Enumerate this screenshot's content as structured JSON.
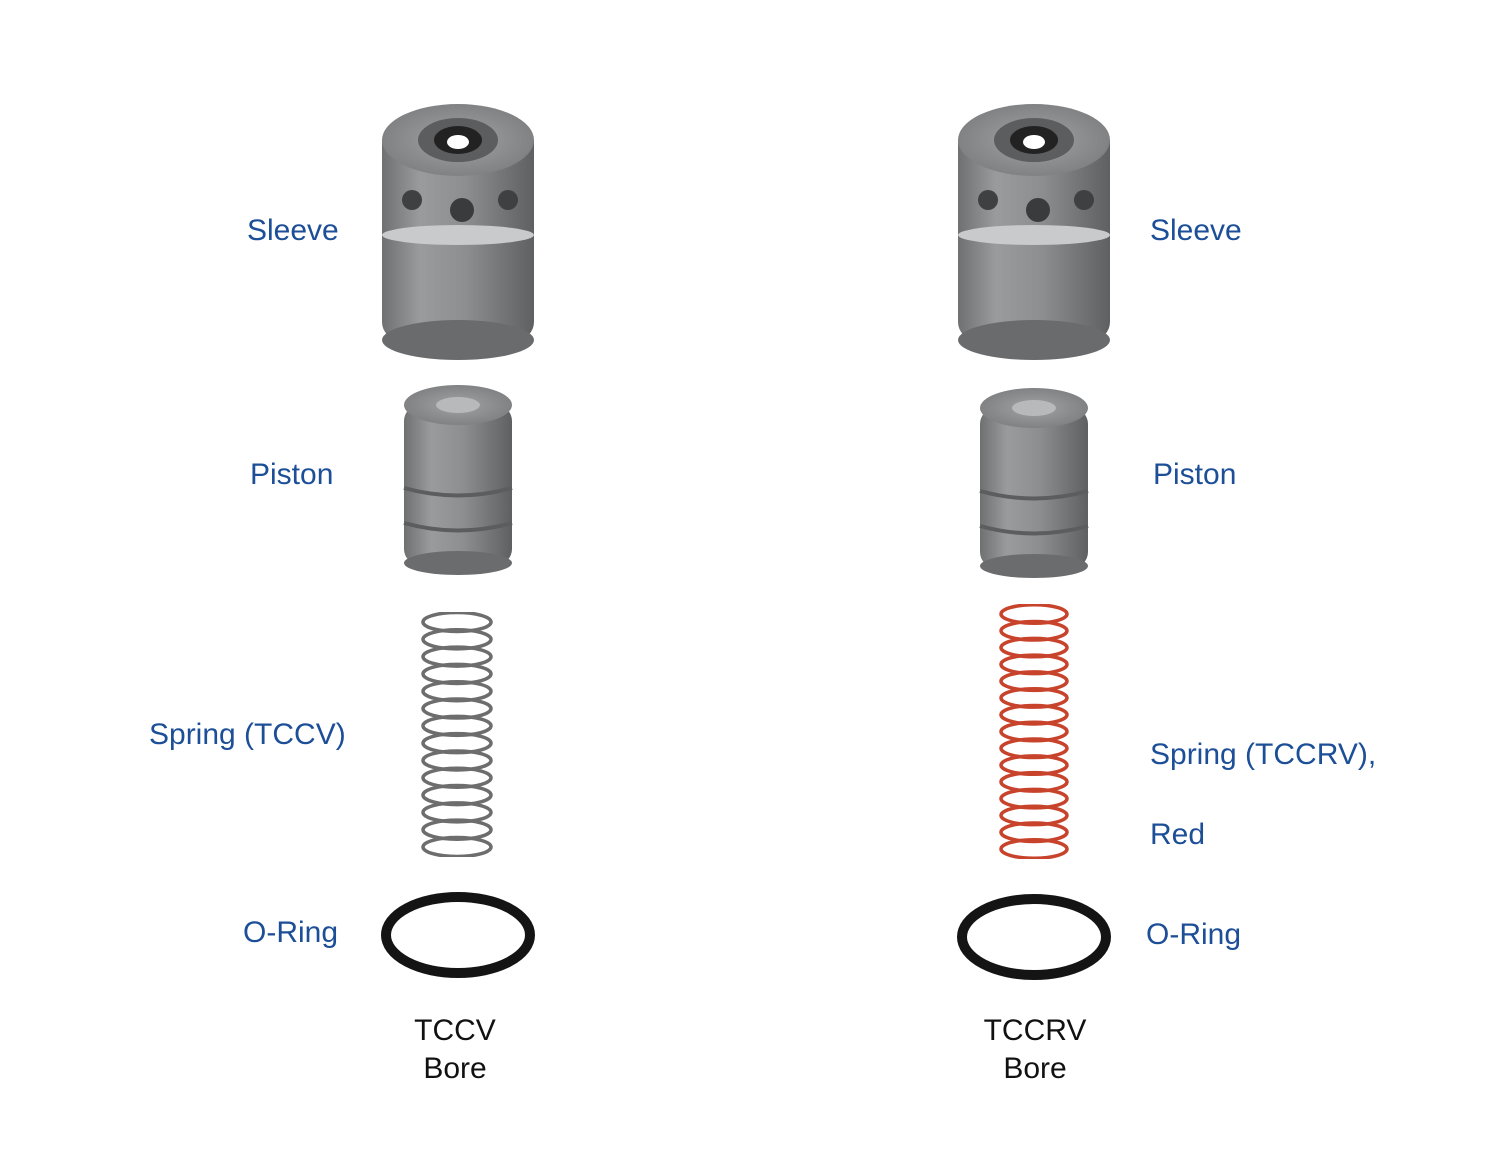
{
  "left_assembly": {
    "sleeve_label": "Sleeve",
    "piston_label": "Piston",
    "spring_label": "Spring (TCCV)",
    "oring_label": "O-Ring",
    "caption_line1": "TCCV",
    "caption_line2": "Bore",
    "spring_color": "#6d6d6d"
  },
  "right_assembly": {
    "sleeve_label": "Sleeve",
    "piston_label": "Piston",
    "spring_label_line1": "Spring (TCCRV),",
    "spring_label_line2": "Red",
    "oring_label": "O-Ring",
    "caption_line1": "TCCRV",
    "caption_line2": "Bore",
    "spring_color": "#c8432b"
  },
  "colors": {
    "label_blue": "#1c4f97",
    "part_gray": "#8a8b8d",
    "oring_black": "#141414"
  }
}
